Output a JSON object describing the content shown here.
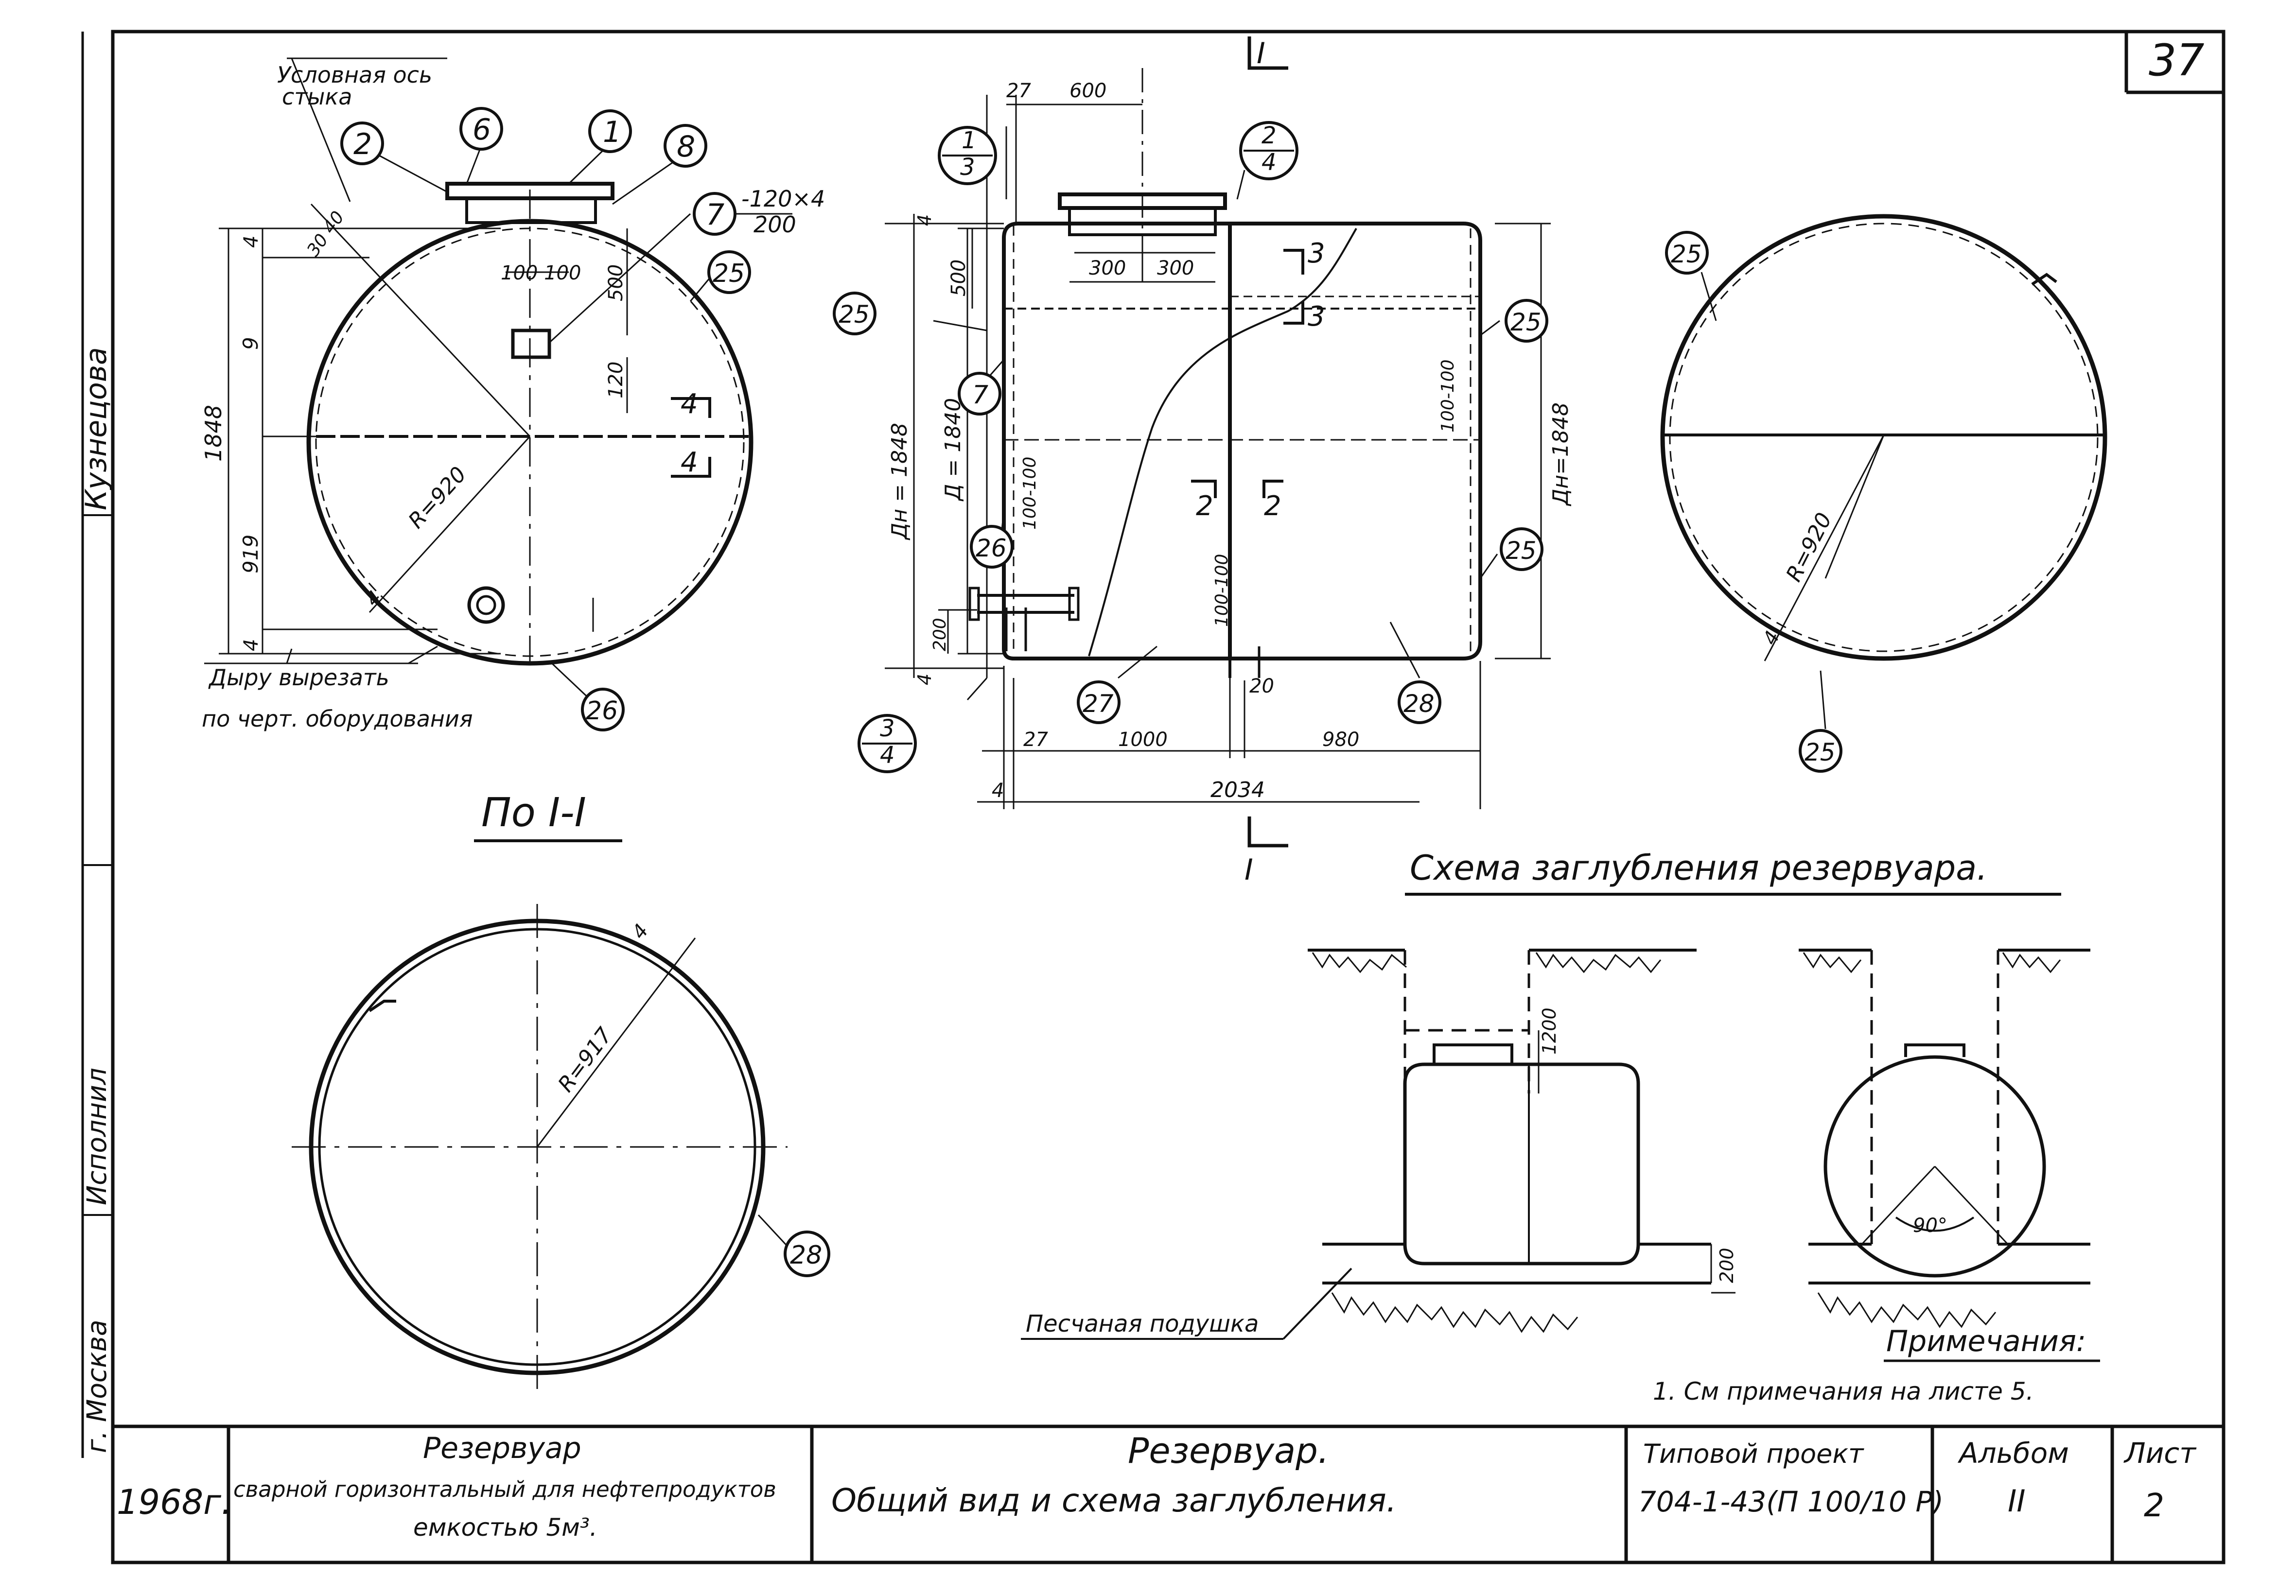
{
  "sheet_no": "37",
  "side_stamp": {
    "name": "Кузнецова",
    "role": "Исполнил",
    "city": "г. Москва"
  },
  "left_view": {
    "axis_note_l1": "Условная ось",
    "axis_note_l2": "стыка",
    "callouts": [
      "2",
      "6",
      "1",
      "8",
      "7",
      "25",
      "26"
    ],
    "callout_7_dim_num": "-120×4",
    "callout_7_dim_den": "200",
    "dims": {
      "d4_top": "4",
      "d30_40": "30 40",
      "d100_100": "100 100",
      "d500": "500",
      "d120": "120",
      "d9": "9",
      "d1848": "1848",
      "d919": "919",
      "d4_bottom": "4",
      "radius": "R=920",
      "d4_wall": "4"
    },
    "section_marks": [
      "4",
      "4"
    ],
    "hole_note_l1": "Дыру вырезать",
    "hole_note_l2": "по черт. оборудования"
  },
  "section_title": "По I-I",
  "section_view": {
    "radius": "R=917",
    "wall": "4",
    "callout": "28"
  },
  "mid_view": {
    "section_mark_top": "I",
    "section_mark_bottom": "I",
    "ref_1_3": {
      "num": "1",
      "den": "3"
    },
    "ref_2_4": {
      "num": "2",
      "den": "4"
    },
    "ref_3_4": {
      "num": "3",
      "den": "4"
    },
    "callouts_left": [
      "25",
      "7",
      "26"
    ],
    "callouts_right": [
      "25",
      "25"
    ],
    "callout_27": "27",
    "callout_28": "28",
    "dims": {
      "d27_top": "27",
      "d600": "600",
      "d300a": "300",
      "d300b": "300",
      "d500": "500",
      "d4_top": "4",
      "dn_left": "Дн = 1848",
      "d_inner": "Д = 1840",
      "d100_100_left": "100-100",
      "d200": "200",
      "d4_bottom": "4",
      "d100_100_mid": "100-100",
      "d100_100_right": "100-100",
      "dn_right": "Дн=1848",
      "d27_bottom": "27",
      "d1000": "1000",
      "d980": "980",
      "d20": "20",
      "d4_total": "4",
      "d2034": "2034"
    },
    "section_marks": [
      "3",
      "3",
      "2",
      "2"
    ]
  },
  "right_view": {
    "callout_top": "25",
    "callout_bottom": "25",
    "radius": "R=920",
    "wall": "4"
  },
  "scheme": {
    "title": "Схема заглубления резервуара.",
    "depth": "1200",
    "sand_thk": "200",
    "angle": "90°",
    "sand_label": "Песчаная подушка"
  },
  "notes": {
    "title": "Примечания:",
    "item1": "1. См примечания на листе 5."
  },
  "title_block": {
    "year": "1968г.",
    "object_l1": "Резервуар",
    "object_l2": "сварной горизонтальный для нефтепродуктов",
    "object_l3": "емкостью 5м³.",
    "drawing_l1": "Резервуар.",
    "drawing_l2": "Общий вид и схема заглубления.",
    "project_label": "Типовой проект",
    "project_code": "704-1-43(П 100/10 Р)",
    "album_label": "Альбом",
    "album_value": "II",
    "sheet_label": "Лист",
    "sheet_value": "2"
  }
}
